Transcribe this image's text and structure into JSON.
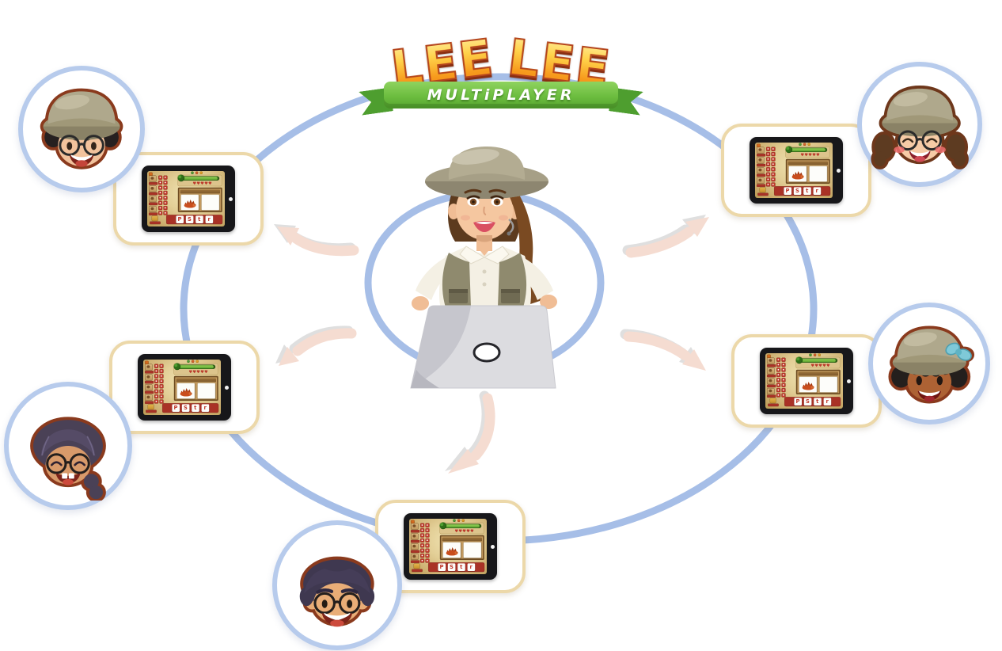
{
  "app": {
    "logo_word1": "LEE",
    "logo_word2": "LEE",
    "logo_subtitle": "MULTiPLAYER"
  },
  "scene": {
    "description": "teacher-with-laptop hub connected to five student tablets in a ring",
    "connector_color": "#a6bee7",
    "arrow_color": "#f5dcd1",
    "card_border_color": "#ecd8a9",
    "avatar_ring_color": "#b7cbec",
    "hub_figure": "explorer-teacher-with-laptop"
  },
  "players": [
    {
      "id": "player-1",
      "position": "top-left",
      "avatar": "boy-curly-hair-glasses-explorer-hat"
    },
    {
      "id": "player-2",
      "position": "top-right",
      "avatar": "girl-pigtails-glasses-explorer-hat"
    },
    {
      "id": "player-3",
      "position": "middle-right",
      "avatar": "girl-curly-hair-explorer-hat-blue-bow"
    },
    {
      "id": "player-4",
      "position": "bottom-left",
      "avatar": "girl-braid-glasses"
    },
    {
      "id": "player-5",
      "position": "bottom-center",
      "avatar": "boy-glasses"
    }
  ],
  "tablet_screen": {
    "status_lights": [
      "#4f9a33",
      "#d2622a",
      "#dd9b26"
    ],
    "progress_bar": {
      "fill_top": "#9ad65a",
      "fill_bottom": "#57a02c",
      "border": "#2f5d17"
    },
    "hearts": {
      "count": 5,
      "color": "#c0392b",
      "glyph": "♥"
    },
    "letter_tiles": [
      "P",
      "S",
      "t",
      "r"
    ],
    "tile_letter_color": "#c0392b",
    "player_rows": 4,
    "score_squares_per_row": 4,
    "picture_card": "hedgehog-drawing",
    "answer_card": "blank-card",
    "home_button": "white-dot"
  }
}
